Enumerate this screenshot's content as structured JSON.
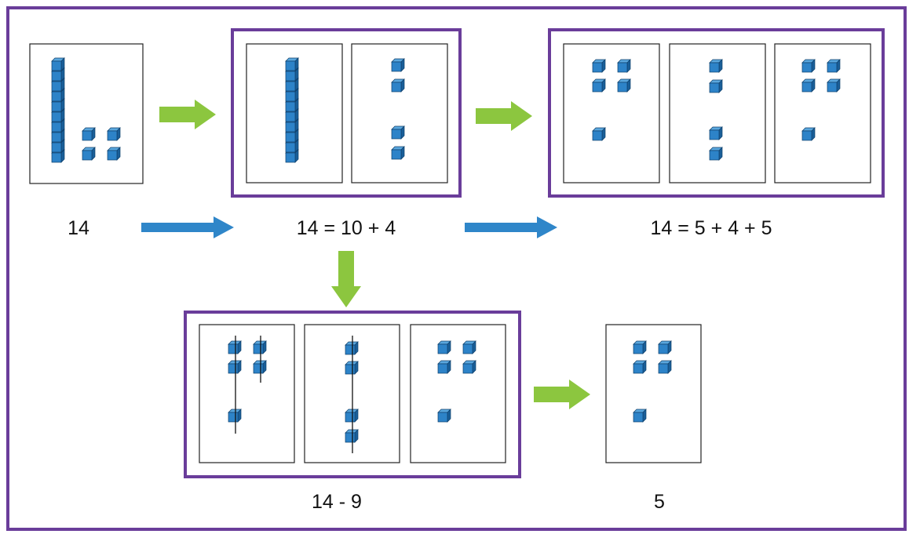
{
  "colors": {
    "outer_frame": "#6a3d9a",
    "group_frame": "#6a3d9a",
    "green_arrow": "#8cc63f",
    "blue_arrow": "#2f86c9",
    "cube_front": "#2d83c8",
    "cube_top": "#5aa7de",
    "cube_side": "#1a5f99"
  },
  "labels": {
    "start": "14",
    "decompose": "14 = 10 + 4",
    "regroup": "14 = 5 + 4 + 5",
    "subtract": "14 - 9",
    "result": "5"
  },
  "stages": [
    {
      "id": "start",
      "cards": [
        {
          "ten_rods": 1,
          "ones": 4
        }
      ]
    },
    {
      "id": "decompose",
      "cards": [
        {
          "ten_rods": 1,
          "ones": 0
        },
        {
          "ten_rods": 0,
          "ones": 4
        }
      ]
    },
    {
      "id": "regroup",
      "cards": [
        {
          "ones": 5
        },
        {
          "ones": 4
        },
        {
          "ones": 5
        }
      ]
    },
    {
      "id": "subtract",
      "cards": [
        {
          "ones": 5,
          "crossed_out": 5
        },
        {
          "ones": 4,
          "crossed_out": 4
        },
        {
          "ones": 5,
          "crossed_out": 0
        }
      ]
    },
    {
      "id": "result",
      "cards": [
        {
          "ones": 5
        }
      ]
    }
  ],
  "icons": {
    "green_arrow": "green-arrow-icon",
    "blue_arrow": "blue-arrow-icon",
    "cube": "unit-cube-icon",
    "rod": "ten-rod-icon"
  }
}
